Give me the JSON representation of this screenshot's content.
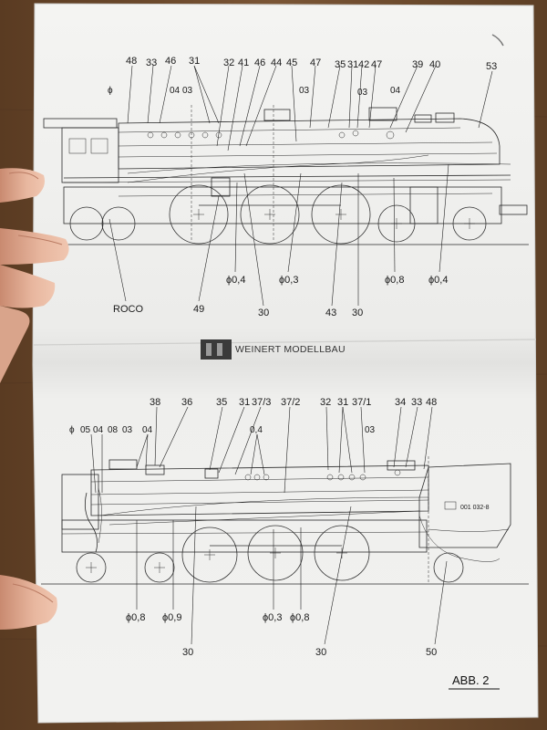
{
  "brand": "WEINERT MODELLBAU",
  "figure_label": "ABB. 2",
  "top_diagram": {
    "labels_top": [
      "48",
      "33",
      "46",
      "31",
      "32",
      "41",
      "46",
      "44",
      "45",
      "47",
      "35",
      "31",
      "42",
      "47",
      "39",
      "40",
      "53"
    ],
    "labels_mid": [
      "ϕ",
      "04",
      "03",
      "03",
      "03",
      "04"
    ],
    "labels_bottom": [
      "ROCO",
      "49",
      "ϕ0,4",
      "30",
      "ϕ0,3",
      "43",
      "30",
      "ϕ0,8",
      "ϕ0,4"
    ]
  },
  "bottom_diagram": {
    "labels_top": [
      "38",
      "36",
      "35",
      "31",
      "37/3",
      "37/2",
      "32",
      "31",
      "37/1",
      "34",
      "33",
      "48"
    ],
    "labels_mid": [
      "ϕ",
      "05",
      "04",
      "08",
      "03",
      "04",
      "0,4",
      "03"
    ],
    "labels_bottom": [
      "ϕ0,8",
      "ϕ0,9",
      "ϕ0,3",
      "ϕ0,8",
      "30",
      "30",
      "50"
    ],
    "tender_number": "001 032-8"
  },
  "colors": {
    "table": "#6b4a2c",
    "paper": "#f2f2f0",
    "ink": "#222222",
    "skin": "#e9b9a0"
  }
}
